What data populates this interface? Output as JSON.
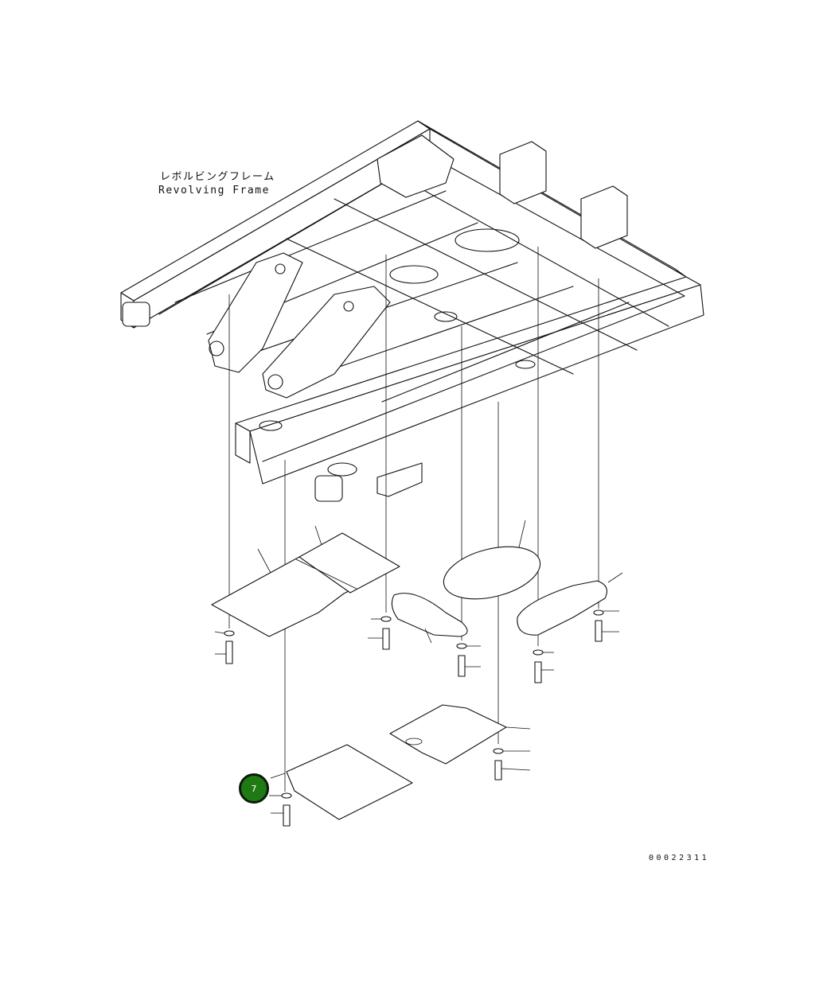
{
  "frame_label": {
    "japanese": "レボルビングフレーム",
    "english": "Revolving Frame"
  },
  "callout": {
    "number": "7",
    "color": "#1f7a14"
  },
  "drawing_id": "00022311"
}
